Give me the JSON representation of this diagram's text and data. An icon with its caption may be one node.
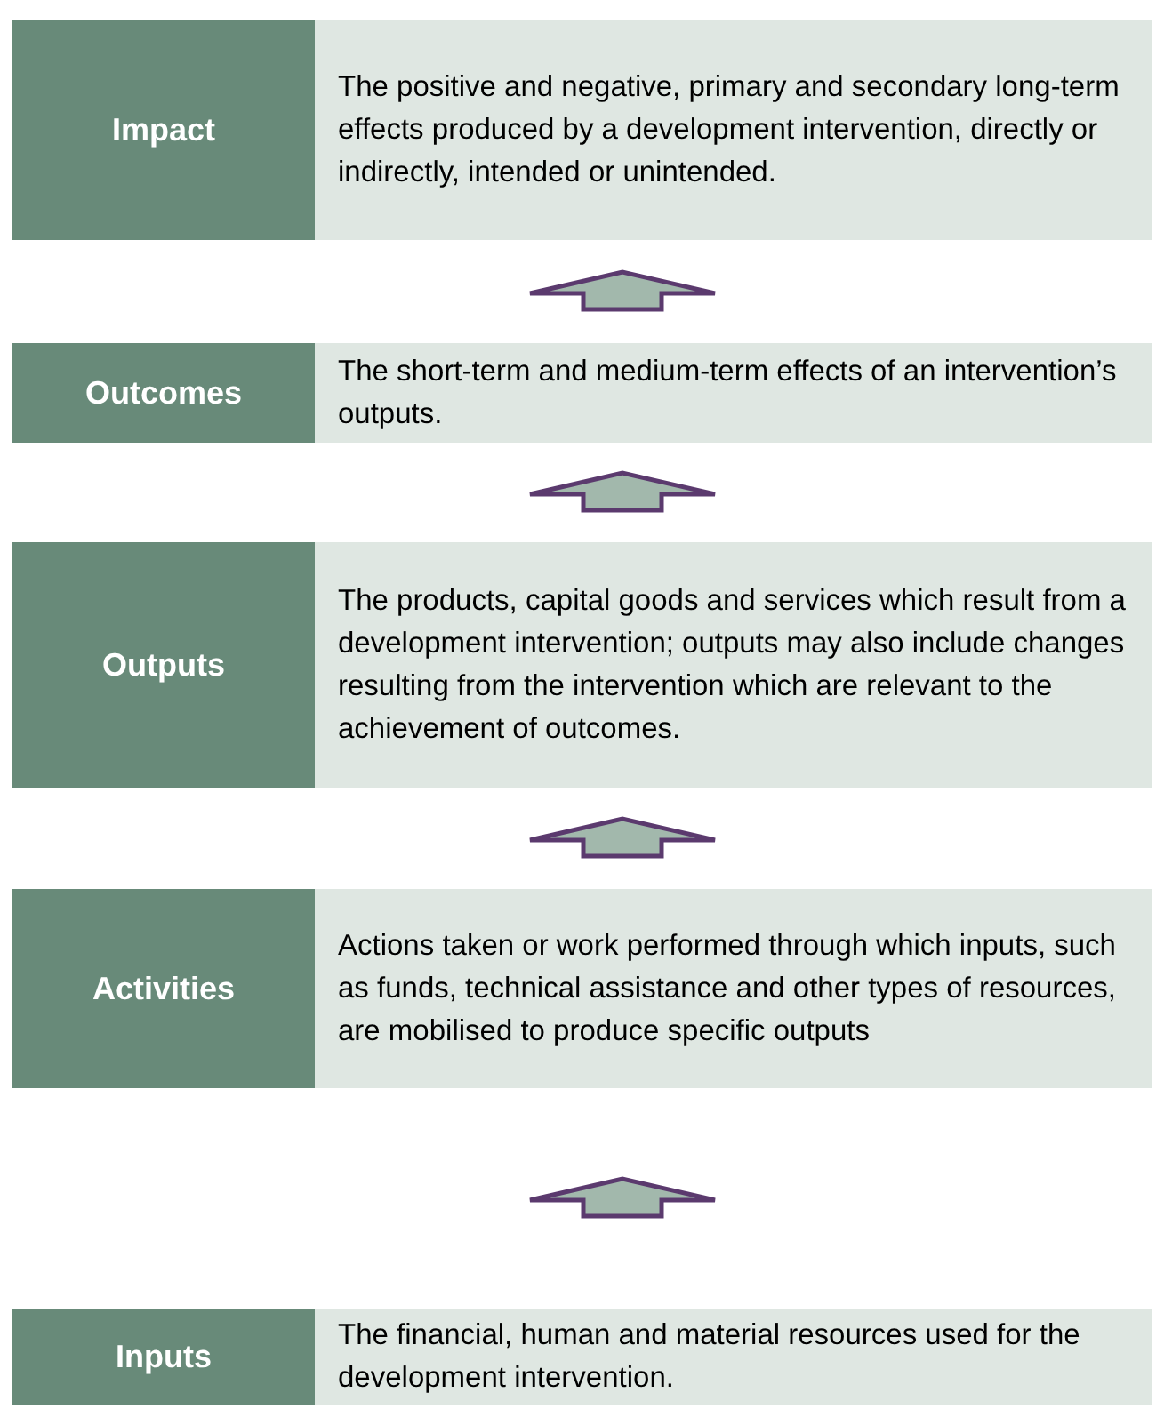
{
  "diagram": {
    "nodes": [
      {
        "text": [
          "Impact",
          "The positive and negative, primary and secondary long-term effects produced by a development intervention, directly or indirectly, intended or unintended."
        ]
      },
      {
        "text": [
          "Outcomes",
          "The short-term and medium-term effects of an intervention’s outputs."
        ]
      },
      {
        "text": [
          "Outputs",
          "The products, capital goods and services which result from a development intervention; outputs may also include changes resulting from the intervention which are relevant to the achievement of outcomes."
        ]
      },
      {
        "text": [
          "Activities",
          "Actions taken or work performed through which inputs, such as funds, technical assistance and other types of resources, are mobilised to produce specific outputs"
        ]
      },
      {
        "text": [
          "Inputs",
          "The financial, human and material resources used for the development intervention."
        ]
      }
    ],
    "edges": [
      {
        "from": 1,
        "to": 0,
        "arrow": "to"
      },
      {
        "from": 2,
        "to": 1,
        "arrow": "to"
      },
      {
        "from": 3,
        "to": 2,
        "arrow": "to"
      },
      {
        "from": 4,
        "to": 3,
        "arrow": "to"
      }
    ]
  }
}
